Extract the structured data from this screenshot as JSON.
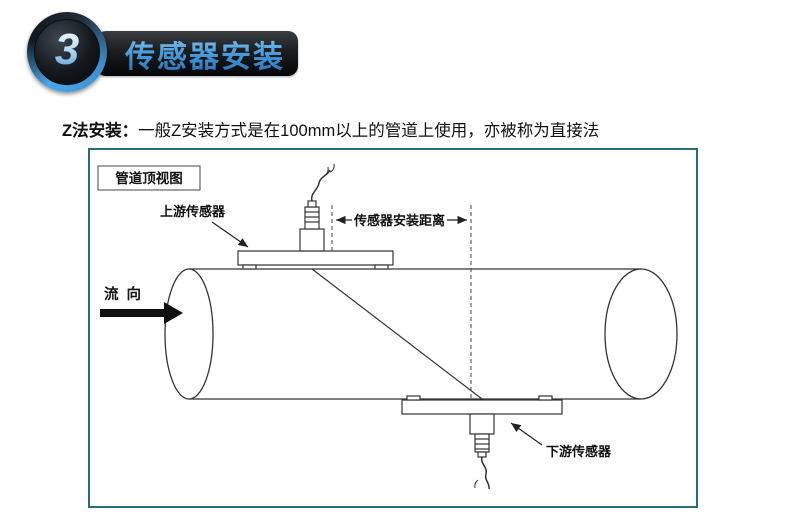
{
  "header": {
    "step_number": "3",
    "title": "传感器安装",
    "accent_color": "#4da0e0",
    "banner_bg": "#1b1d1f"
  },
  "description": {
    "label": "Z法安装：",
    "text": "一般Z安装方式是在100mm以上的管道上使用，亦被称为直接法"
  },
  "diagram": {
    "border_color": "#2b6d76",
    "line_color": "#333333",
    "view_label": "管道顶视图",
    "upstream_sensor_label": "上游传感器",
    "distance_label": "传感器安装距离",
    "flow_label": "流 向",
    "downstream_sensor_label": "下游传感器"
  }
}
